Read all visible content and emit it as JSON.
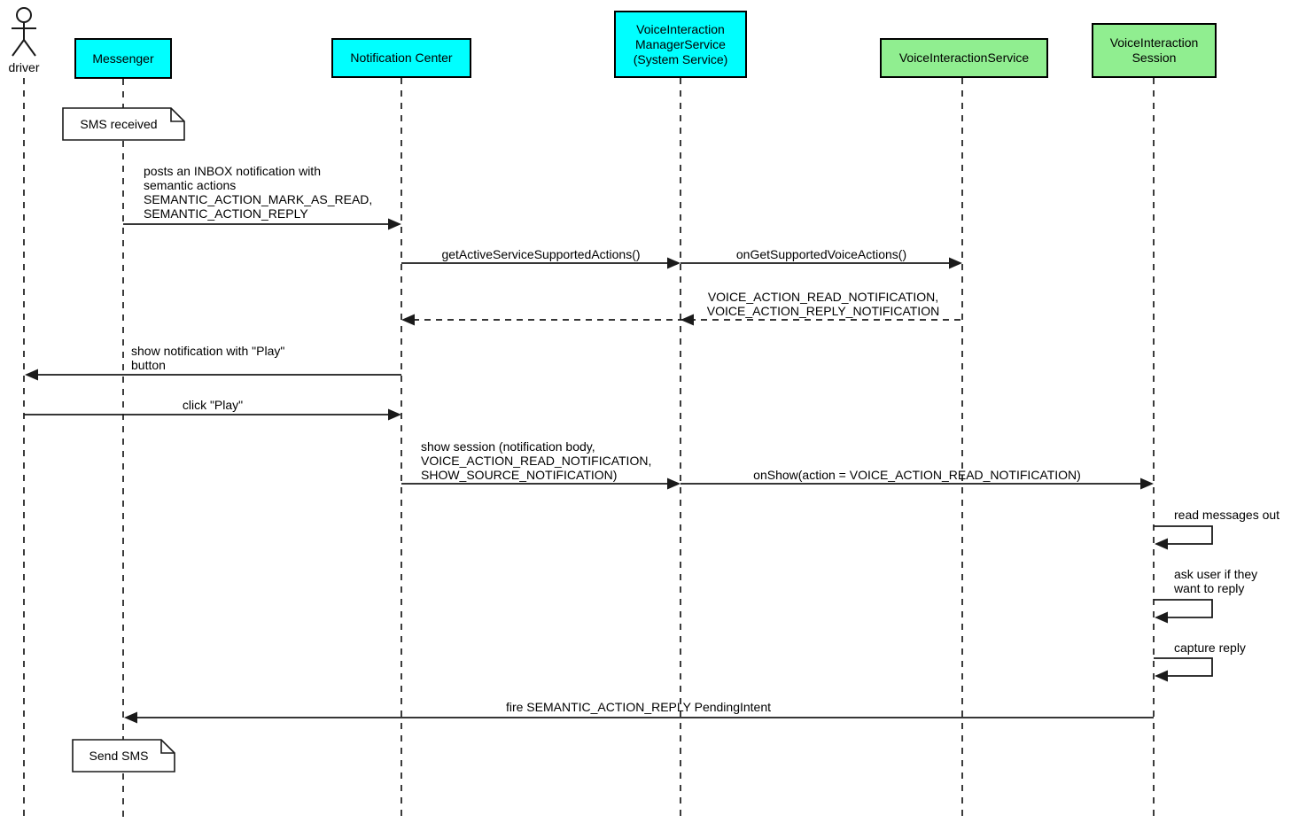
{
  "participants": [
    {
      "id": "driver",
      "kind": "actor",
      "label": "driver"
    },
    {
      "id": "messenger",
      "kind": "box",
      "label": "Messenger",
      "fill": "#00ffff"
    },
    {
      "id": "notification-center",
      "kind": "box",
      "label": "Notification Center",
      "fill": "#00ffff"
    },
    {
      "id": "voice-interaction-manager-service",
      "kind": "box",
      "label": "VoiceInteraction\nManagerService\n(System Service)",
      "fill": "#00ffff"
    },
    {
      "id": "voice-interaction-service",
      "kind": "box",
      "label": "VoiceInteractionService",
      "fill": "#90ee90"
    },
    {
      "id": "voice-interaction-session",
      "kind": "box",
      "label": "VoiceInteraction\nSession",
      "fill": "#90ee90"
    }
  ],
  "notes": [
    {
      "attached_to": "Messenger",
      "text": "SMS received"
    },
    {
      "attached_to": "Messenger",
      "text": "Send SMS"
    }
  ],
  "messages": [
    {
      "from": "Messenger",
      "to": "Notification Center",
      "style": "solid",
      "label": "posts an INBOX notification with\nsemantic actions\nSEMANTIC_ACTION_MARK_AS_READ,\nSEMANTIC_ACTION_REPLY"
    },
    {
      "from": "Notification Center",
      "to": "VoiceInteractionManagerService",
      "style": "solid",
      "label": "getActiveServiceSupportedActions()"
    },
    {
      "from": "VoiceInteractionManagerService",
      "to": "VoiceInteractionService",
      "style": "solid",
      "label": "onGetSupportedVoiceActions()"
    },
    {
      "from": "VoiceInteractionService",
      "to": "Notification Center",
      "style": "dashed-return",
      "label": "VOICE_ACTION_READ_NOTIFICATION,\nVOICE_ACTION_REPLY_NOTIFICATION"
    },
    {
      "from": "Notification Center",
      "to": "driver",
      "style": "solid",
      "label": "show notification with \"Play\"\nbutton"
    },
    {
      "from": "driver",
      "to": "Notification Center",
      "style": "solid",
      "label": "click \"Play\""
    },
    {
      "from": "Notification Center",
      "to": "VoiceInteractionManagerService",
      "style": "solid",
      "label": "show session (notification body,\nVOICE_ACTION_READ_NOTIFICATION,\nSHOW_SOURCE_NOTIFICATION)"
    },
    {
      "from": "VoiceInteractionManagerService",
      "to": "VoiceInteractionSession",
      "style": "solid",
      "label": "onShow(action = VOICE_ACTION_READ_NOTIFICATION)"
    },
    {
      "from": "VoiceInteractionSession",
      "to": "VoiceInteractionSession",
      "style": "self",
      "label": "read messages out"
    },
    {
      "from": "VoiceInteractionSession",
      "to": "VoiceInteractionSession",
      "style": "self",
      "label": "ask user if they\nwant to reply"
    },
    {
      "from": "VoiceInteractionSession",
      "to": "VoiceInteractionSession",
      "style": "self",
      "label": "capture reply"
    },
    {
      "from": "VoiceInteractionSession",
      "to": "Messenger",
      "style": "solid",
      "label": "fire SEMANTIC_ACTION_REPLY PendingIntent"
    }
  ],
  "colors": {
    "participant_cyan": "#00ffff",
    "participant_green": "#90ee90",
    "line": "#1a1a1a",
    "note_fill": "#ffffff",
    "background": "#ffffff"
  }
}
